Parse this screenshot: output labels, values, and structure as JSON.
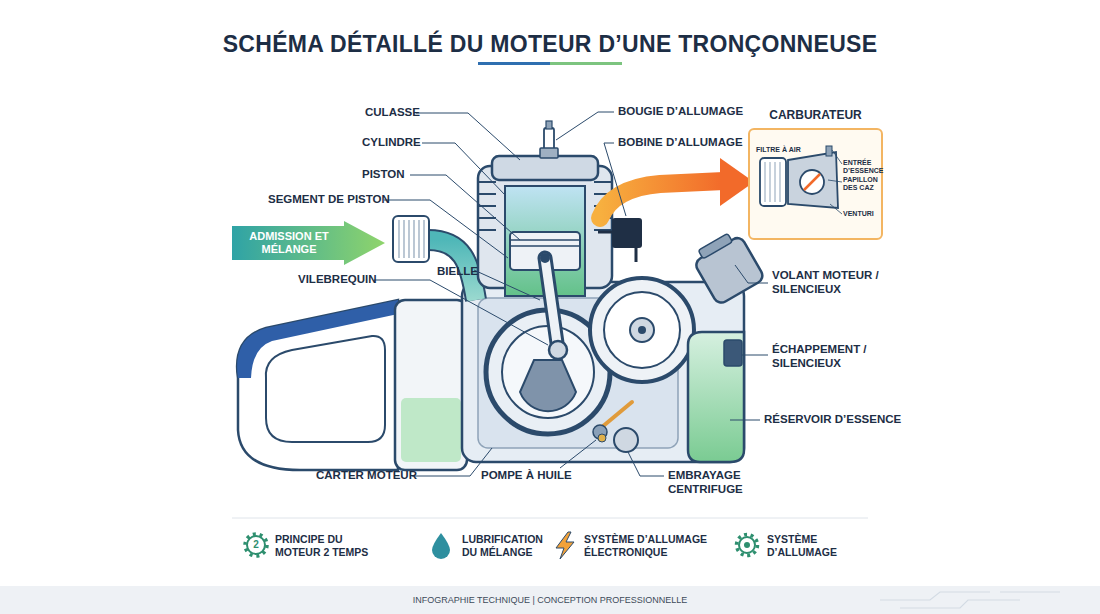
{
  "diagram": {
    "title": "SCHÉMA DÉTAILLÉ DU MOTEUR D’UNE TRONÇONNEUSE",
    "caption": "INFOGRAPHIE TECHNIQUE | CONCEPTION PROFESSIONNELLE",
    "nodes": [
      {
        "text": [
          "ADMISSION ET MÉLANGE"
        ]
      },
      {
        "text": [
          "CARBURATEUR"
        ]
      }
    ],
    "labels": [
      "CULASSE",
      "CYLINDRE",
      "PISTON",
      "SEGMENT DE PISTON",
      "BIELLE",
      "VILEBREQUIN",
      "BOUGIE D’ALLUMAGE",
      "BOBINE D’ALLUMAGE",
      "VOLANT MOTEUR / SILENCIEUX",
      "ÉCHAPPEMENT / SILENCIEUX",
      "RÉSERVOIR D’ESSENCE",
      "CARTER MOTEUR",
      "POMPE À HUILE",
      "EMBRAYAGE CENTRIFUGE",
      "FILTRE À AIR",
      "ENTRÉE D’ESSENCE",
      "PAPILLON DES CAZ",
      "VENTURI",
      "2"
    ],
    "legend": [
      {
        "text": "PRINCIPE DU MOTEUR 2 TEMPS"
      },
      {
        "text": "LUBRIFICATION DU MÉLANGE"
      },
      {
        "text": "SYSTÈME D’ALLUMAGE ÉLECTRONIQUE"
      },
      {
        "text": "SYSTÈME D’ALLUMAGE"
      }
    ]
  }
}
